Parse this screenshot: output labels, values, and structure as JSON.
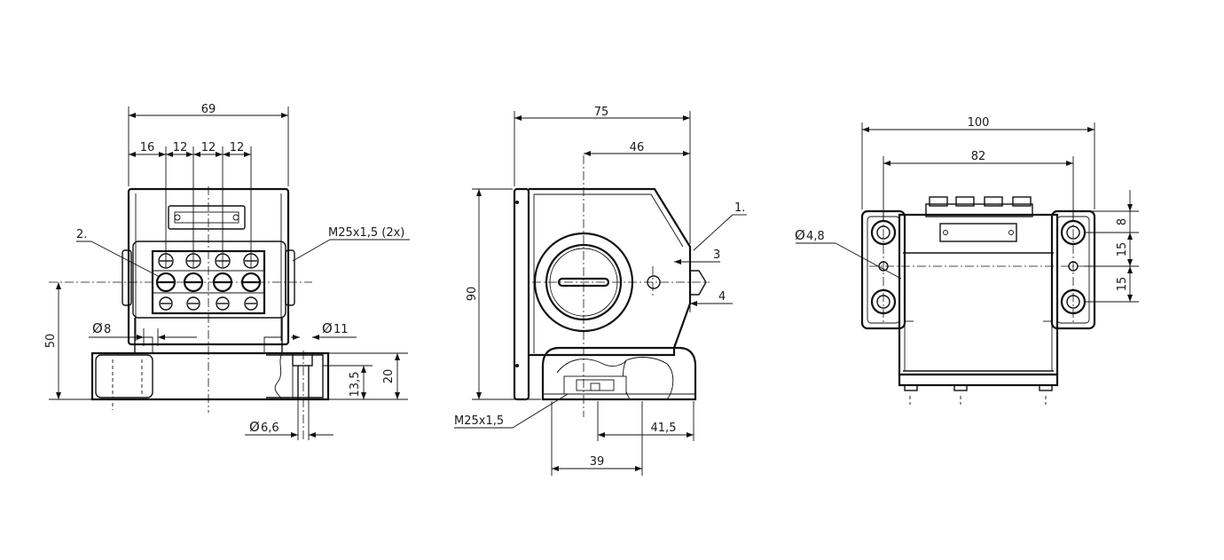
{
  "colors": {
    "line": "#111111",
    "background": "#ffffff",
    "text": "#1a1a1a"
  },
  "front_view": {
    "dim_width": "69",
    "dim_pitch": [
      "16",
      "12",
      "12",
      "12"
    ],
    "label_item2": "2.",
    "label_thread": "M25x1,5 (2x)",
    "dim_height": "50",
    "dim_hole8": "8",
    "dim_hole11": "11",
    "dim_base_height": "20",
    "dim_counterbore": "13,5",
    "dim_hole66": "6,6",
    "diameter_symbol": "Ø"
  },
  "side_view": {
    "dim_width": "75",
    "dim_offset": "46",
    "label_item1": "1.",
    "dim_3": "3",
    "dim_4": "4",
    "dim_height": "90",
    "label_thread": "M25x1,5",
    "dim_415": "41,5",
    "dim_39": "39"
  },
  "top_view": {
    "dim_width": "100",
    "dim_spacing": "82",
    "label_hole": "4,8",
    "diameter_symbol": "Ø",
    "dim_8": "8",
    "dim_15a": "15",
    "dim_15b": "15"
  }
}
